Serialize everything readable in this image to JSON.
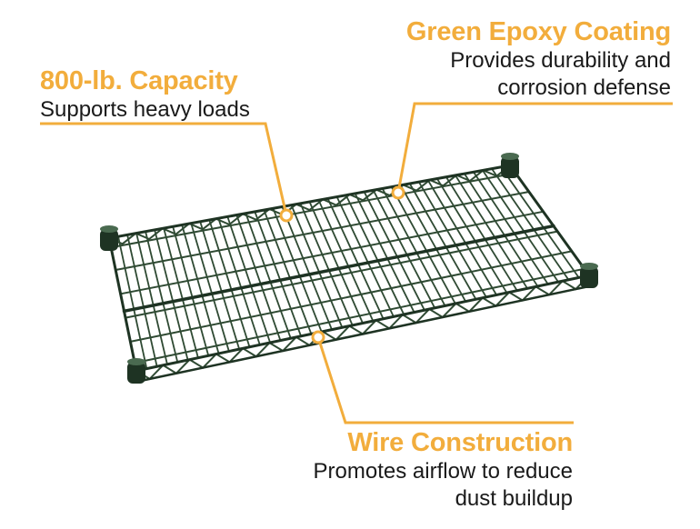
{
  "colors": {
    "accent": "#F2AD3C",
    "wire": "#2F4A33",
    "wire_dark": "#1E3323",
    "text": "#1a1a1a"
  },
  "callouts": {
    "capacity": {
      "title": "800-lb. Capacity",
      "subtitle": "Supports heavy loads"
    },
    "epoxy": {
      "title": "Green Epoxy Coating",
      "subtitle": "Provides durability and corrosion defense"
    },
    "wire": {
      "title": "Wire Construction",
      "subtitle": "Promotes airflow to reduce dust buildup"
    }
  },
  "image": {
    "subject": "wire-shelf"
  }
}
